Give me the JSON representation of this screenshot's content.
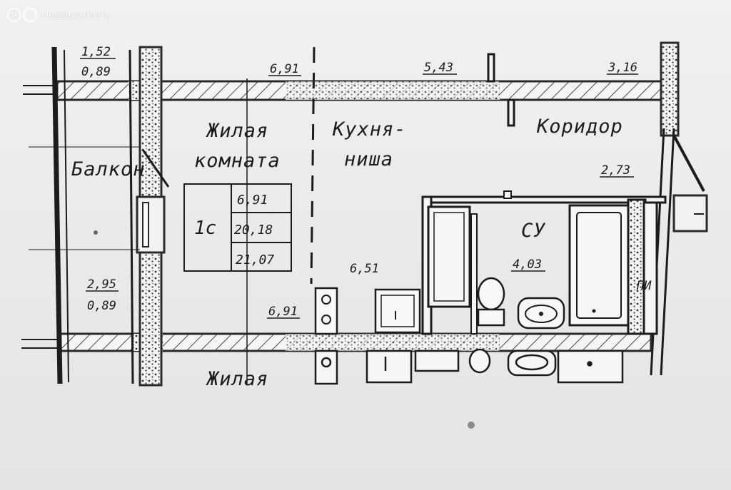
{
  "watermark": {
    "text": "Недвижимость",
    "logo_letter": "Я"
  },
  "rooms": {
    "living_line1": "Жилая",
    "living_line2": "комната",
    "kitchen_line1": "Кухня-",
    "kitchen_line2": "ниша",
    "corridor": "Коридор",
    "bathroom": "СУ",
    "balcony": "Балкон",
    "below_room": "Жилая"
  },
  "apartment_table": {
    "type": "1с",
    "values": [
      "6,91",
      "20,18",
      "21,07"
    ]
  },
  "dimensions": {
    "balcony_top_area": "1,52",
    "balcony_top_coef": "0,89",
    "living_top": "6,91",
    "kitchen_top": "5,43",
    "corridor_top": "3,16",
    "corridor_area": "2,73",
    "kitchen_area": "6,51",
    "bathroom_area": "4,03",
    "living_bottom": "6,91",
    "balcony_bottom_area": "2,95",
    "balcony_bottom_coef": "0,89",
    "pi_label": "ПИ"
  },
  "colors": {
    "ink": "#1c1c1c",
    "paper": "#ececed",
    "wall": "#2a2a2a"
  }
}
